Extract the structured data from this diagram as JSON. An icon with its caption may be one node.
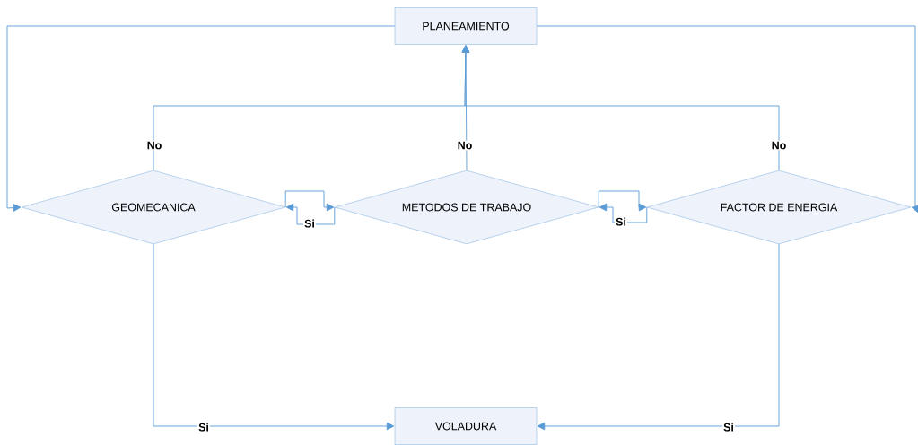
{
  "diagram": {
    "nodes": [
      {
        "text": [
          "PLANEAMIENTO"
        ]
      },
      {
        "text": [
          "GEOMECANICA"
        ]
      },
      {
        "text": [
          "METODOS DE TRABAJO"
        ]
      },
      {
        "text": [
          "FACTOR DE ENERGIA"
        ]
      },
      {
        "text": [
          "VOLADURA"
        ]
      }
    ],
    "edges": [
      {
        "from": 1,
        "to": 0,
        "label": "No",
        "arrow": "to"
      },
      {
        "from": 2,
        "to": 0,
        "label": "No",
        "arrow": "to"
      },
      {
        "from": 3,
        "to": 0,
        "label": "No",
        "arrow": "to"
      },
      {
        "from": 0,
        "to": 1,
        "arrow": "to"
      },
      {
        "from": 0,
        "to": 3,
        "arrow": "to"
      },
      {
        "from": 1,
        "to": 2,
        "arrow": "to"
      },
      {
        "from": 2,
        "to": 1,
        "label": "Si",
        "arrow": "to"
      },
      {
        "from": 2,
        "to": 3,
        "arrow": "to"
      },
      {
        "from": 3,
        "to": 2,
        "label": "Si",
        "arrow": "to"
      },
      {
        "from": 1,
        "to": 4,
        "label": "Si",
        "arrow": "to"
      },
      {
        "from": 3,
        "to": 4,
        "label": "Si",
        "arrow": "to"
      }
    ]
  }
}
